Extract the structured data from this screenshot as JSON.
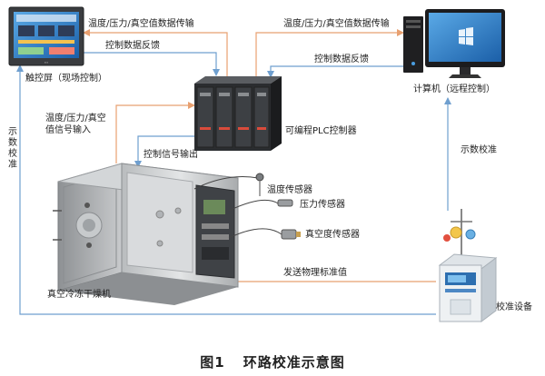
{
  "labels": {
    "touchscreen": "触控屏（现场控制）",
    "computer": "计算机（远程控制）",
    "plc": "可编程PLC控制器",
    "temp_sensor": "温度传感器",
    "pressure_sensor": "压力传感器",
    "vacuum_sensor": "真空度传感器",
    "freeze_dryer": "真空冷冻干燥机",
    "calibration_device": "校准设备"
  },
  "arrows": {
    "data_transfer_left": "温度/压力/真空值数据传输",
    "data_transfer_right": "温度/压力/真空值数据传输",
    "control_feedback_left": "控制数据反馈",
    "control_feedback_right": "控制数据反馈",
    "signal_input": "温度/压力/真空值信号输入",
    "control_output": "控制信号输出",
    "indication_left": "示数校准",
    "indication_right": "示数校准",
    "send_standard": "发送物理标准值"
  },
  "caption": {
    "number": "图1",
    "title": "环路校准示意图"
  },
  "colors": {
    "orange_line": "#e8a070",
    "blue_line": "#6f9fcf"
  }
}
